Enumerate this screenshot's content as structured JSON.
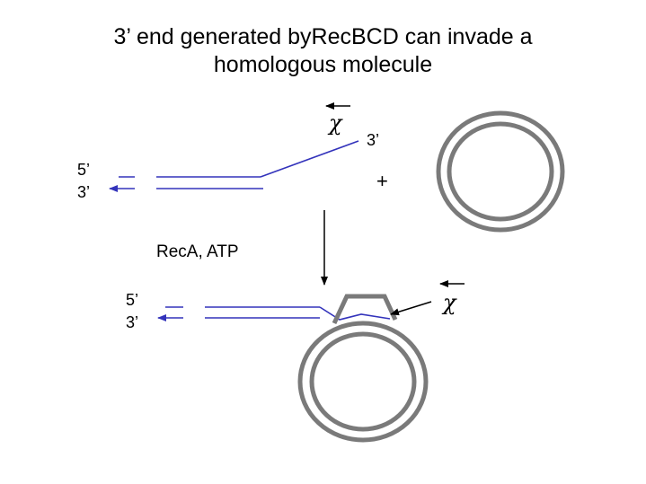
{
  "title": {
    "line1": "3’ end generated byRecBCD can invade a",
    "line2": "homologous molecule"
  },
  "labels": {
    "chi": "χ",
    "three_prime_tail": "3’",
    "plus": "+",
    "five_prime": "5’",
    "three_prime": "3’",
    "reaction_condition": "RecA, ATP"
  },
  "colors": {
    "dna_strand": "#3333bb",
    "circular_dna": "#7a7a7a",
    "arrow": "#000000"
  }
}
